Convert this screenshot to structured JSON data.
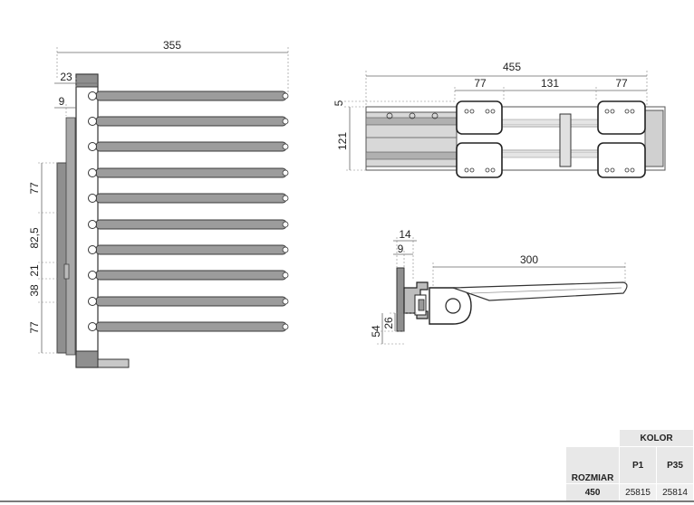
{
  "side_view": {
    "overall_width": "355",
    "frame_width": "23",
    "bar_offset": "9",
    "spacing_top": "77",
    "spacing_mid": "82,5",
    "spacing_small": "21",
    "spacing_lower": "38",
    "spacing_bottom": "77"
  },
  "top_view": {
    "overall_length": "455",
    "segment_left": "77",
    "segment_mid": "131",
    "segment_right": "77",
    "offset": "5",
    "depth": "121"
  },
  "end_view": {
    "dim_a": "14",
    "dim_b": "9",
    "arm_length": "300",
    "dim_c": "26",
    "dim_d": "54"
  },
  "spec_table": {
    "kolor_label": "KOLOR",
    "rozmiar_label": "ROZMIAR",
    "col_p1": "P1",
    "col_p35": "P35",
    "size": "450",
    "code_p1": "25815",
    "code_p35": "25814"
  }
}
